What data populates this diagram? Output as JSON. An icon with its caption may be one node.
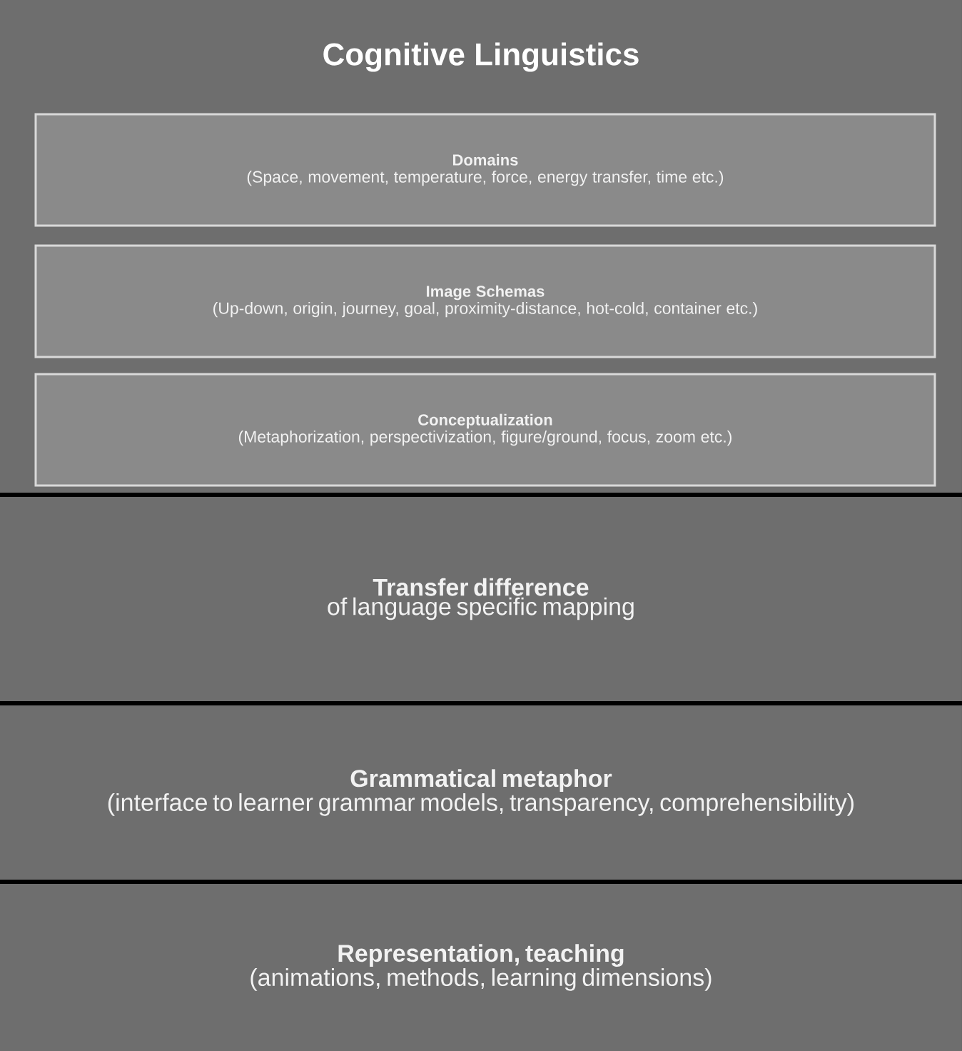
{
  "diagram": {
    "nodes": [
      {
        "text": [
          "Cognitive Linguistics"
        ]
      },
      {
        "text": [
          "Domains",
          "(Space, movement, temperature, force, energy transfer, time etc.)"
        ],
        "in": 0
      },
      {
        "text": [
          "Image Schemas",
          "(Up-down, origin, journey, goal, proximity-distance, hot-cold, container etc.)"
        ],
        "in": 0
      },
      {
        "text": [
          "Conceptualization",
          "(Metaphorization, perspectivization, figure/ground, focus, zoom etc.)"
        ],
        "in": 0
      },
      {
        "text": [
          "Transfer difference",
          "of language specific mapping"
        ]
      },
      {
        "text": [
          "Grammatical metaphor",
          "(interface to learner grammar models, transparency, comprehensibility)"
        ]
      },
      {
        "text": [
          "Representation, teaching",
          "(animations, methods, learning dimensions)"
        ]
      }
    ]
  }
}
